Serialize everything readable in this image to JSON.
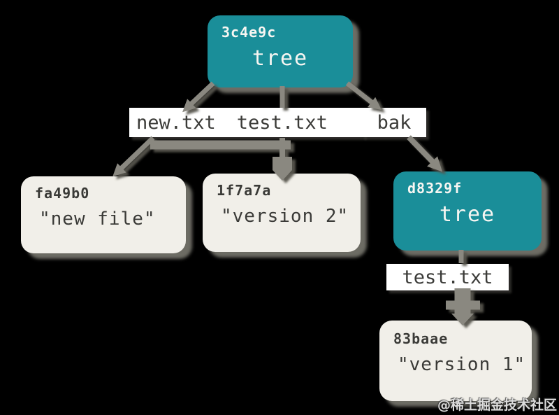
{
  "canvas": {
    "background": "#000000",
    "teal": "#1a8e99",
    "node_bg": "#f1efe9",
    "label_bg": "#ffffff",
    "arrow_color": "#8a8880",
    "text_dark": "#3a3a37",
    "text_light": "#f7f6f2"
  },
  "nodes": {
    "root_tree": {
      "hash": "3c4e9c",
      "type": "tree"
    },
    "blob_new_file": {
      "hash": "fa49b0",
      "content": "\"new file\""
    },
    "blob_version2": {
      "hash": "1f7a7a",
      "content": "\"version 2\""
    },
    "sub_tree": {
      "hash": "d8329f",
      "type": "tree"
    },
    "blob_version1": {
      "hash": "83baae",
      "content": "\"version 1\""
    }
  },
  "edge_labels": {
    "new_txt": "new.txt",
    "test_txt": "test.txt",
    "bak": "bak",
    "sub_test_txt": "test.txt"
  },
  "watermark": "@稀土掘金技术社区"
}
